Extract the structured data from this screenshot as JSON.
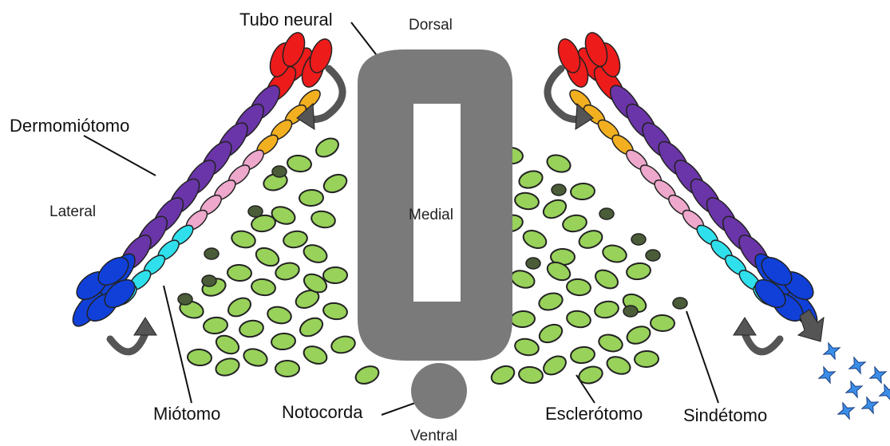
{
  "labels": {
    "tubo_neural": "Tubo neural",
    "dermomiotomo": "Dermomiótomo",
    "lateral": "Lateral",
    "dorsal": "Dorsal",
    "medial": "Medial",
    "ventral": "Ventral",
    "miotomo": "Miótomo",
    "notocorda": "Notocorda",
    "esclerotomo": "Esclerótomo",
    "sindetomo": "Sindétomo"
  },
  "colors": {
    "neural_tube": "#7a7a7a",
    "red": "#ee1b1b",
    "orange": "#f2b021",
    "purple": "#6a35a8",
    "pink": "#eea8cc",
    "cyan": "#2fe0ec",
    "blue": "#1040d8",
    "sclerotome_light": "#98d25a",
    "sclerotome_dark": "#4a5c38",
    "arrow": "#555555",
    "star": "#3a8ee8"
  },
  "icons": [
    "curved-arrow-icon",
    "arrow-right-icon",
    "star-cell-icon"
  ]
}
